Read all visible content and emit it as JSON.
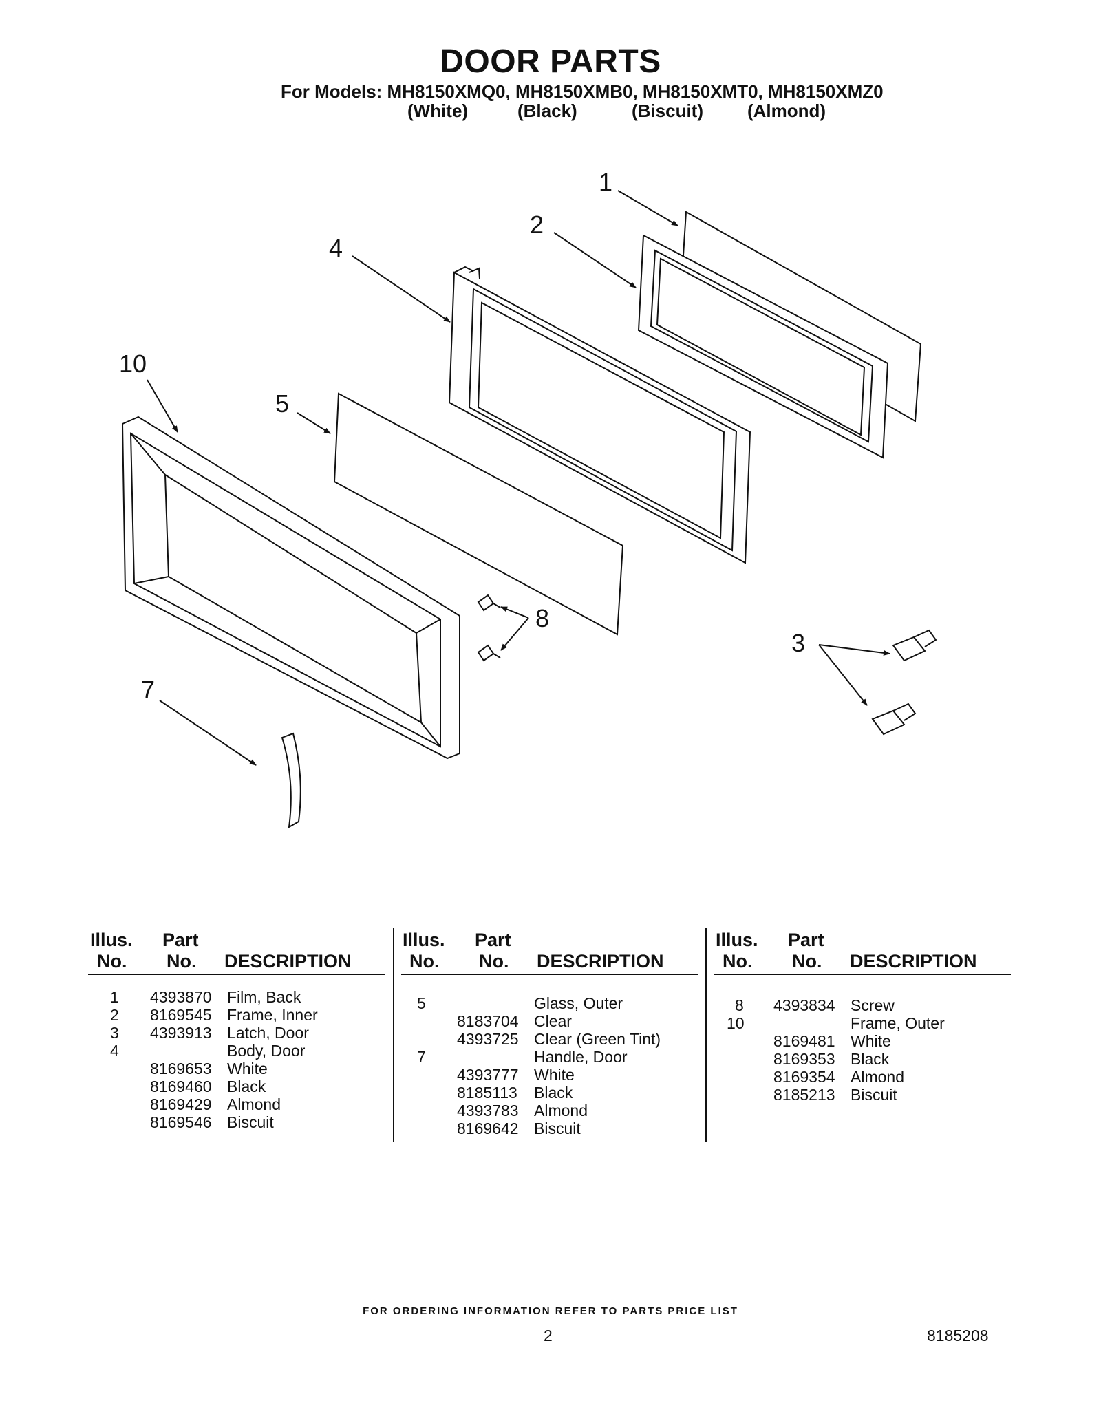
{
  "header": {
    "title": "DOOR PARTS",
    "models_line": "For Models: MH8150XMQ0, MH8150XMB0, MH8150XMT0, MH8150XMZ0",
    "colors": [
      "(White)",
      "(Black)",
      "(Biscuit)",
      "(Almond)"
    ]
  },
  "callouts": [
    "1",
    "2",
    "4",
    "10",
    "5",
    "8",
    "3",
    "7"
  ],
  "table": {
    "headers": {
      "illus_line1": "Illus.",
      "illus_line2": "No.",
      "part_line1": "Part",
      "part_line2": "No.",
      "description": "DESCRIPTION"
    },
    "columns": [
      [
        {
          "illus": "1",
          "part": "4393870",
          "desc": "Film, Back"
        },
        {
          "illus": "2",
          "part": "8169545",
          "desc": "Frame, Inner"
        },
        {
          "illus": "3",
          "part": "4393913",
          "desc": "Latch, Door"
        },
        {
          "illus": "4",
          "part": "",
          "desc": "Body, Door"
        },
        {
          "illus": "",
          "part": "8169653",
          "desc": "White"
        },
        {
          "illus": "",
          "part": "8169460",
          "desc": "Black"
        },
        {
          "illus": "",
          "part": "8169429",
          "desc": "Almond"
        },
        {
          "illus": "",
          "part": "8169546",
          "desc": "Biscuit"
        }
      ],
      [
        {
          "illus": "5",
          "part": "",
          "desc": "Glass, Outer"
        },
        {
          "illus": "",
          "part": "8183704",
          "desc": "Clear"
        },
        {
          "illus": "",
          "part": "4393725",
          "desc": "Clear (Green Tint)"
        },
        {
          "illus": "7",
          "part": "",
          "desc": "Handle, Door"
        },
        {
          "illus": "",
          "part": "4393777",
          "desc": "White"
        },
        {
          "illus": "",
          "part": "8185113",
          "desc": "Black"
        },
        {
          "illus": "",
          "part": "4393783",
          "desc": "Almond"
        },
        {
          "illus": "",
          "part": "8169642",
          "desc": "Biscuit"
        }
      ],
      [
        {
          "illus": "8",
          "part": "4393834",
          "desc": "Screw"
        },
        {
          "illus": "10",
          "part": "",
          "desc": "Frame, Outer"
        },
        {
          "illus": "",
          "part": "8169481",
          "desc": "White"
        },
        {
          "illus": "",
          "part": "8169353",
          "desc": "Black"
        },
        {
          "illus": "",
          "part": "8169354",
          "desc": "Almond"
        },
        {
          "illus": "",
          "part": "8185213",
          "desc": "Biscuit"
        }
      ]
    ]
  },
  "footer": {
    "note": "FOR ORDERING INFORMATION REFER TO PARTS PRICE LIST",
    "page_number": "2",
    "document_number": "8185208"
  }
}
